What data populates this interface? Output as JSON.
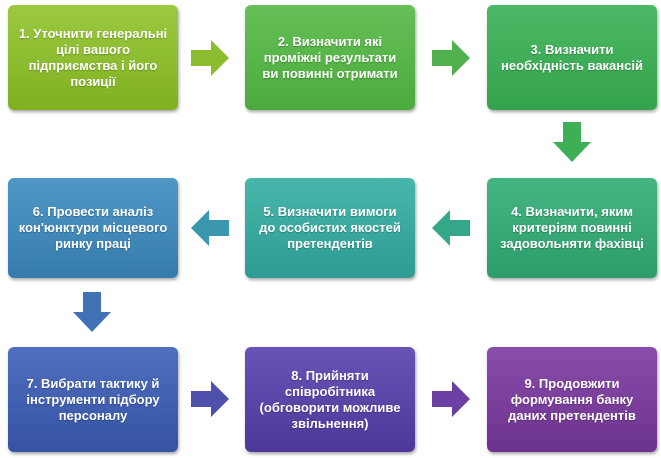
{
  "steps": [
    {
      "label": "1. Уточнити генеральні цілі вашого підприємства і його позиції",
      "color": "#8cbd2e"
    },
    {
      "label": "2. Визначити які проміжні результати ви повинні отримати",
      "color": "#57b648"
    },
    {
      "label": "3. Визначити необхідність вакансій",
      "color": "#3eae57"
    },
    {
      "label": "4. Визначити, яким критеріям повинні задовольняти фахівці",
      "color": "#36a876"
    },
    {
      "label": "5. Визначити вимоги до особистих якостей претендентів",
      "color": "#38a99f"
    },
    {
      "label": "6. Провести аналіз кон'юнктури місцевого ринку праці",
      "color": "#3f88b8"
    },
    {
      "label": "7. Вибрати тактику й інструменти підбору персоналу",
      "color": "#3f5fb0"
    },
    {
      "label": "8. Прийняти співробітника (обговорити можливе звільнення)",
      "color": "#5a44a8"
    },
    {
      "label": "9. Продовжити формування банку даних претендентів",
      "color": "#7a3f9c"
    }
  ],
  "arrows": [
    {
      "color": "#8cbd2e"
    },
    {
      "color": "#4fb04d"
    },
    {
      "color": "#3eae57"
    },
    {
      "color": "#36a88a"
    },
    {
      "color": "#3a97ad"
    },
    {
      "color": "#4272b6"
    },
    {
      "color": "#4f4fac"
    },
    {
      "color": "#6c40a2"
    }
  ]
}
